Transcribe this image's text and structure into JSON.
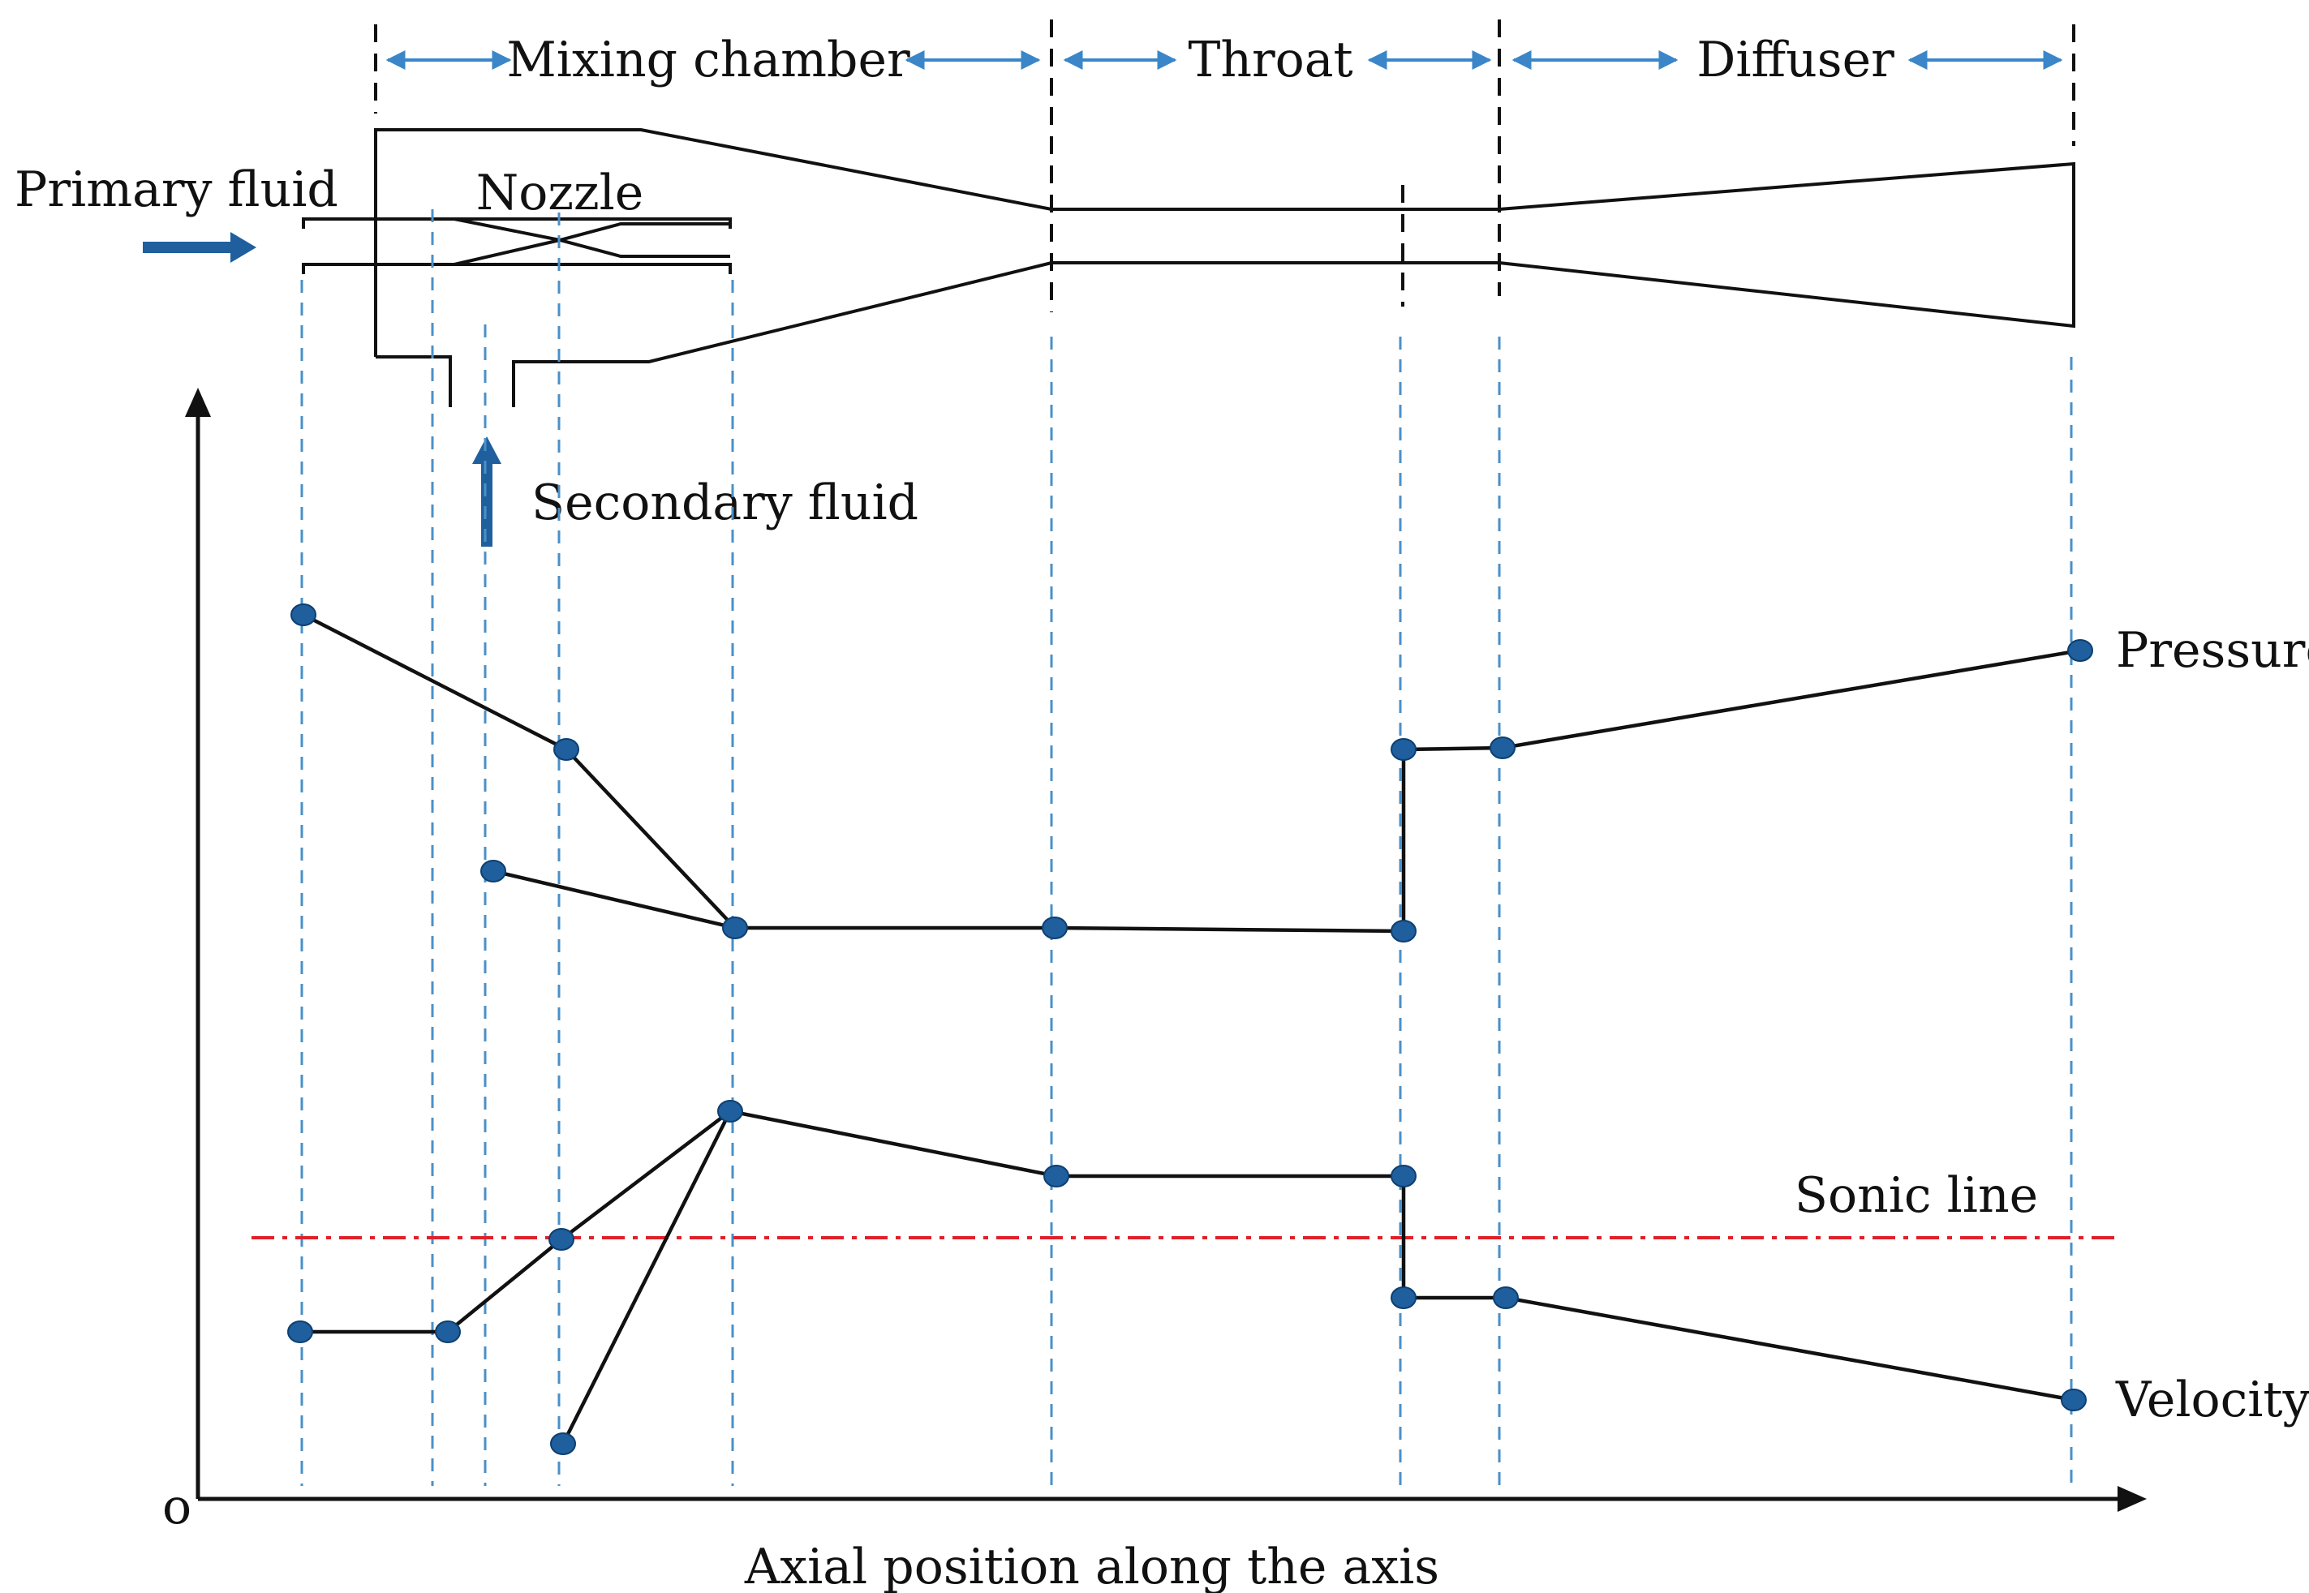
{
  "sections": [
    {
      "label": "Mixing chamber"
    },
    {
      "label": "Throat"
    },
    {
      "label": "Diffuser"
    }
  ],
  "labels": {
    "primary_fluid": "Primary fluid",
    "nozzle": "Nozzle",
    "secondary_fluid": "Secondary fluid",
    "pressure": "Pressure",
    "velocity": "Velocity",
    "sonic_line": "Sonic line",
    "origin": "o",
    "x_axis": "Axial position along the axis"
  },
  "colors": {
    "line": "#111111",
    "marker": "#1f5f9e",
    "guide": "#4a90c8",
    "sonic": "#e0202a",
    "arrow": "#1f5f9e"
  }
}
